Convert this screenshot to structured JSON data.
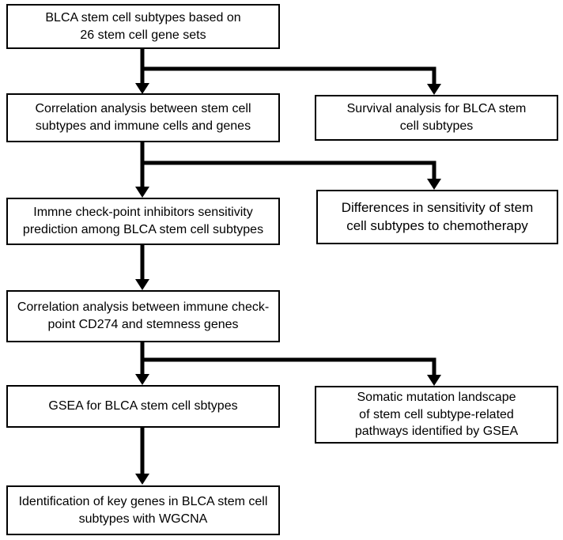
{
  "colors": {
    "box_border": "#000000",
    "box_background": "#ffffff",
    "arrow": "#000000",
    "text": "#000000",
    "page_background": "#ffffff"
  },
  "flowchart": {
    "boxes": [
      {
        "id": "blca-stem-cell-subtypes",
        "column": "left",
        "label": "BLCA  stem cell subtypes based on\n26  stem cell gene sets"
      },
      {
        "id": "correlation-immune",
        "column": "left",
        "label": "Correlation analysis between stem cell\nsubtypes and immune cells and genes"
      },
      {
        "id": "survival-analysis",
        "column": "right",
        "label": "Survival analysis for BLCA stem\ncell subtypes"
      },
      {
        "id": "ici-sensitivity",
        "column": "left",
        "label": "Immne check-point inhibitors sensitivity\nprediction among BLCA stem cell subtypes"
      },
      {
        "id": "chemo-sensitivity",
        "column": "right",
        "label": "Differences in sensitivity of stem\ncell subtypes to chemotherapy"
      },
      {
        "id": "cd274-correlation",
        "column": "left",
        "label": "Correlation analysis between immune check-\npoint CD274 and stemness genes"
      },
      {
        "id": "gsea",
        "column": "left",
        "label": "GSEA for BLCA stem cell sbtypes"
      },
      {
        "id": "somatic-mutation",
        "column": "right",
        "label": "Somatic mutation landscape\nof stem cell subtype-related\npathways identified by GSEA"
      },
      {
        "id": "wgcna",
        "column": "left",
        "label": "Identification of key genes in BLCA stem cell\nsubtypes with WGCNA"
      }
    ],
    "edges": [
      {
        "from": "blca-stem-cell-subtypes",
        "to": "correlation-immune"
      },
      {
        "from": "blca-stem-cell-subtypes",
        "to": "survival-analysis"
      },
      {
        "from": "correlation-immune",
        "to": "ici-sensitivity"
      },
      {
        "from": "correlation-immune",
        "to": "chemo-sensitivity"
      },
      {
        "from": "ici-sensitivity",
        "to": "cd274-correlation"
      },
      {
        "from": "cd274-correlation",
        "to": "gsea"
      },
      {
        "from": "cd274-correlation",
        "to": "somatic-mutation"
      },
      {
        "from": "gsea",
        "to": "wgcna"
      }
    ]
  }
}
